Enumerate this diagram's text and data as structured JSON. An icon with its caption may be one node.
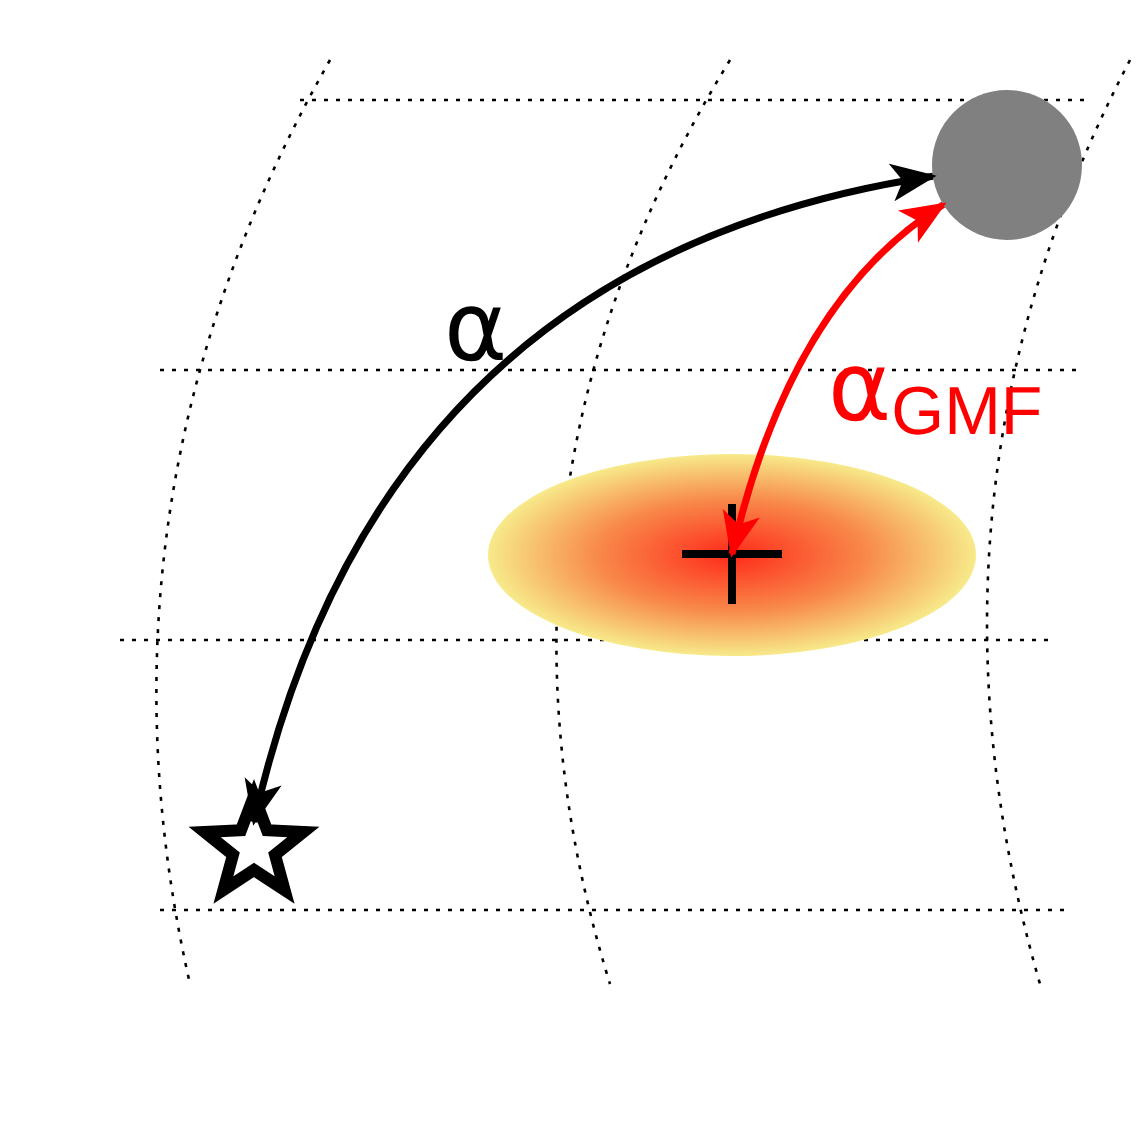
{
  "diagram": {
    "nodes": [
      {
        "text": [],
        "shape": "star"
      },
      {
        "text": [],
        "shape": "circle"
      },
      {
        "text": [],
        "shape": "ellipse"
      },
      {
        "text": [],
        "shape": "cross",
        "in": 2
      }
    ],
    "edges": [
      {
        "from": 0,
        "to": 1,
        "arrow": "both",
        "label": "α"
      },
      {
        "from": 3,
        "to": 1,
        "arrow": "both",
        "label": "α$_{GMF}$",
        "color": "#ff0000"
      }
    ]
  }
}
